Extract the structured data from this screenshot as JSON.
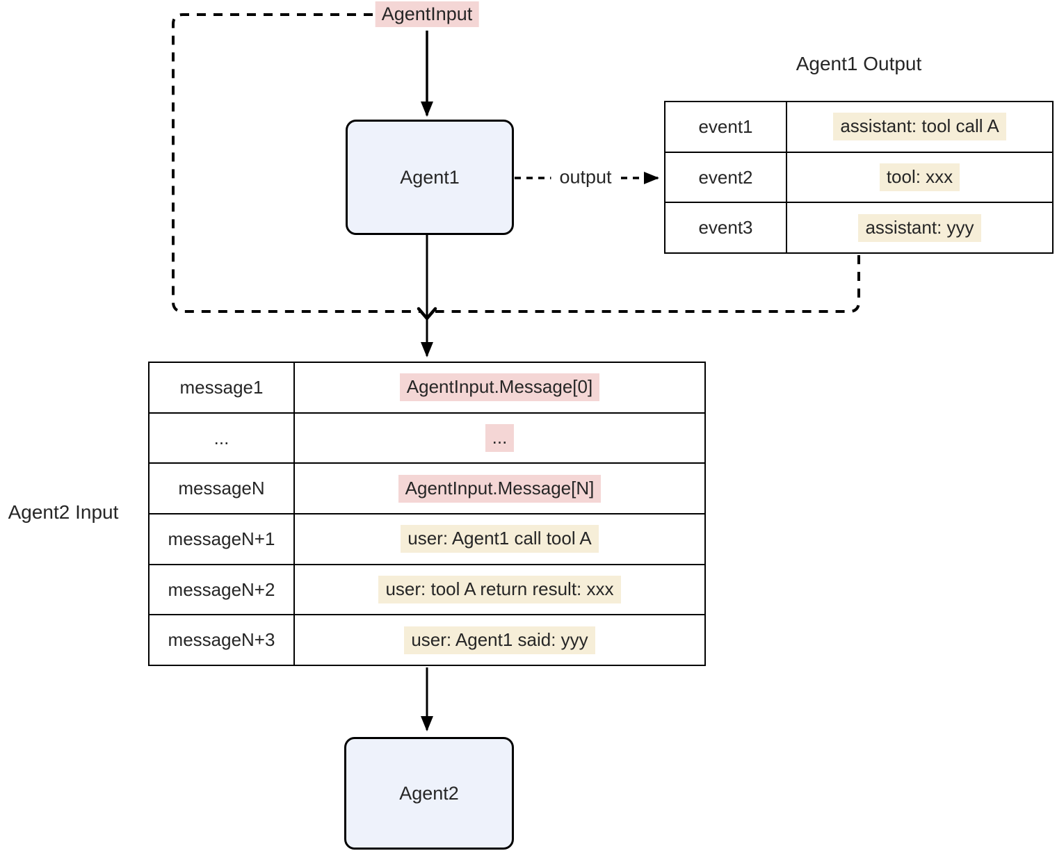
{
  "diagram": {
    "agent_input_label": "AgentInput",
    "agent1_label": "Agent1",
    "agent2_label": "Agent2",
    "output_edge_label": "output",
    "agent1_output": {
      "title": "Agent1 Output",
      "rows": [
        {
          "key": "event1",
          "value": "assistant: tool call A",
          "highlight": "cream"
        },
        {
          "key": "event2",
          "value": "tool: xxx",
          "highlight": "cream"
        },
        {
          "key": "event3",
          "value": "assistant: yyy",
          "highlight": "cream"
        }
      ]
    },
    "agent2_input": {
      "title": "Agent2 Input",
      "rows": [
        {
          "key": "message1",
          "value": "AgentInput.Message[0]",
          "highlight": "pink"
        },
        {
          "key": "...",
          "value": "...",
          "highlight": "pink"
        },
        {
          "key": "messageN",
          "value": "AgentInput.Message[N]",
          "highlight": "pink"
        },
        {
          "key": "messageN+1",
          "value": "user: Agent1 call tool A",
          "highlight": "cream"
        },
        {
          "key": "messageN+2",
          "value": "user: tool A return result: xxx",
          "highlight": "cream"
        },
        {
          "key": "messageN+3",
          "value": "user: Agent1 said: yyy",
          "highlight": "cream"
        }
      ]
    },
    "colors": {
      "pink_highlight": "#f4d6d5",
      "cream_highlight": "#f6eed8",
      "node_fill": "#eef2fb",
      "line": "#000000",
      "text": "#262626"
    }
  }
}
